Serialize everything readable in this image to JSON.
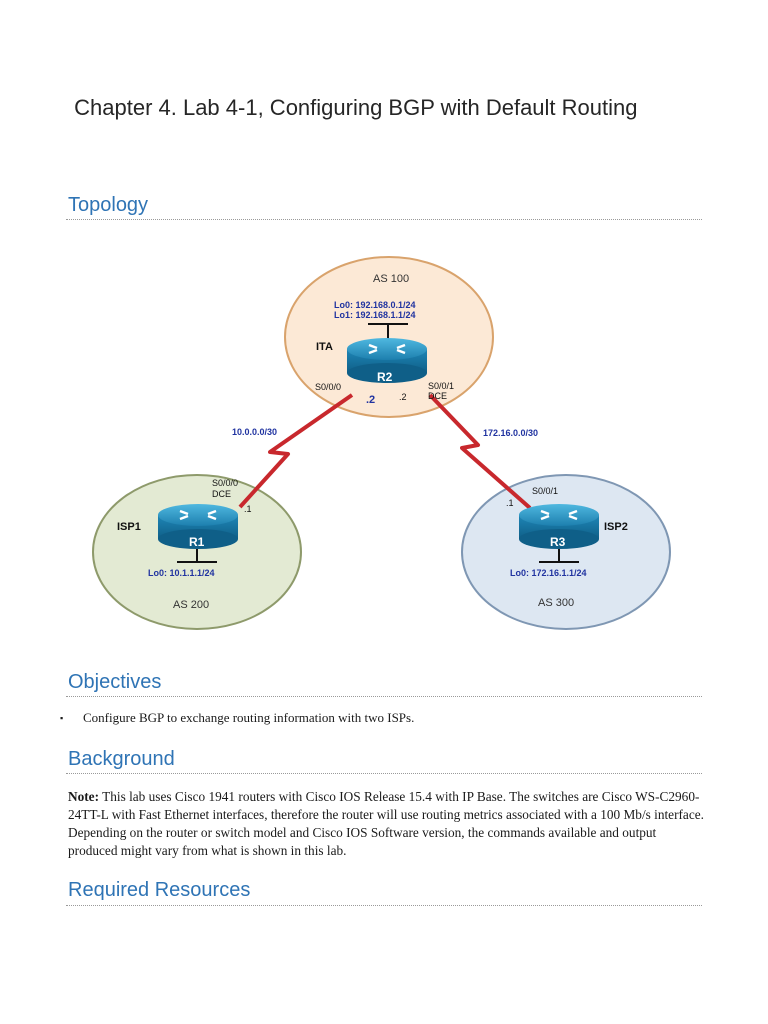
{
  "title": " Chapter 4. Lab 4-1, Configuring BGP with Default Routing",
  "sections": {
    "topology": "Topology",
    "objectives": "Objectives",
    "background": "Background",
    "required_resources": "Required Resources"
  },
  "topology": {
    "r2": {
      "as_label": "AS 100",
      "lo0": "Lo0: 192.168.0.1/24",
      "lo1": "Lo1: 192.168.1.1/24",
      "name": "ITA",
      "router": "R2",
      "left_intf": "S0/0/0",
      "left_ip": ".2",
      "right_intf": "S0/0/1",
      "right_dce": "DCE",
      "right_ip": ".2"
    },
    "r1": {
      "as_label": "AS 200",
      "name": "ISP1",
      "router": "R1",
      "lo0": "Lo0: 10.1.1.1/24",
      "intf": "S0/0/0",
      "dce": "DCE",
      "ip": ".1"
    },
    "r3": {
      "as_label": "AS 300",
      "name": "ISP2",
      "router": "R3",
      "lo0": "Lo0: 172.16.1.1/24",
      "intf": "S0/0/1",
      "ip": ".1"
    },
    "link_left": "10.0.0.0/30",
    "link_right": "172.16.0.0/30",
    "colors": {
      "as100_fill": "#fce9d6",
      "as200_fill": "#e3ead3",
      "as300_fill": "#dde7f2",
      "link": "#c8282d",
      "address_text": "#2033a0",
      "router_body": "#2a8fbf"
    }
  },
  "objectives": [
    "Configure BGP to exchange routing information with two ISPs."
  ],
  "background": {
    "note_label": "Note:",
    "text": " This lab uses Cisco 1941 routers with Cisco IOS Release 15.4 with IP Base. The switches are Cisco WS-C2960-24TT-L with Fast Ethernet interfaces, therefore the router will use routing metrics associated with a 100 Mb/s interface. Depending on the router or switch model and Cisco IOS Software version, the commands available and output produced might vary from what is shown in this lab."
  }
}
